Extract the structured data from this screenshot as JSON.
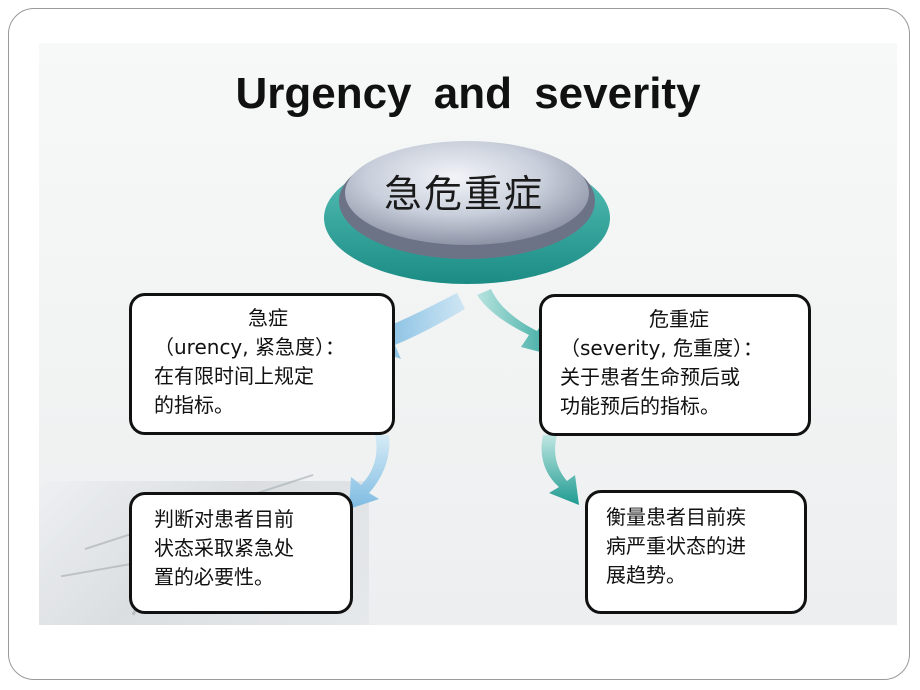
{
  "slide": {
    "title": "Urgency  and  severity",
    "center_label": "急危重症"
  },
  "boxes": {
    "urgency": {
      "heading": "急症",
      "lines": [
        "（urency, 紧急度）：",
        "在有限时间上规定",
        "的指标。"
      ]
    },
    "severity": {
      "heading": "危重症",
      "lines": [
        "（severity, 危重度）：",
        "关于患者生命预后或",
        "功能预后的指标。"
      ]
    },
    "judge": {
      "lines": [
        "判断对患者目前",
        "状态采取紧急处",
        "置的必要性。"
      ]
    },
    "measure": {
      "lines": [
        "衡量患者目前疾",
        "病严重状态的进",
        "展趋势。"
      ]
    }
  },
  "colors": {
    "ellipse_base": "#2fa9a0",
    "ellipse_top": "#c9cfdb",
    "arrow_left": "#8fc3e3",
    "arrow_right": "#2aa59d",
    "box_border": "#111111"
  }
}
